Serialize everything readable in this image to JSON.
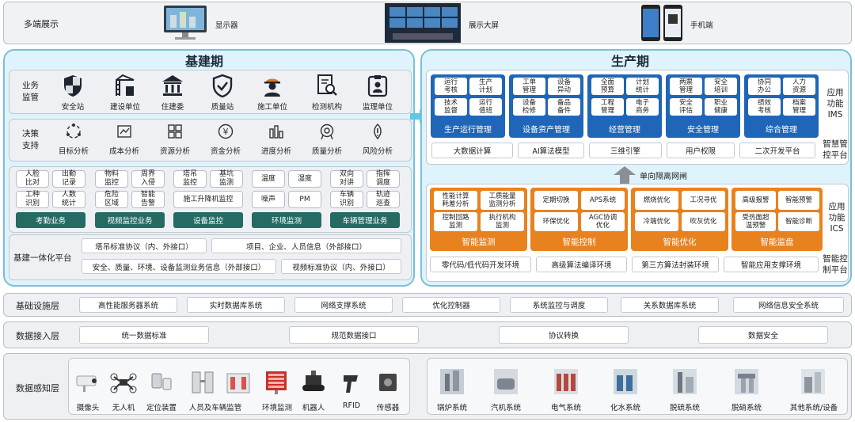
{
  "colors": {
    "teal": "#256a63",
    "ims_blue": "#1f66b8",
    "ics_orange": "#e8821f",
    "panel_bg": "#def3fb",
    "panel_border": "#7bbfd8"
  },
  "display": {
    "title": "多端展示",
    "items": [
      {
        "label": "显示器",
        "icon": "monitor-icon"
      },
      {
        "label": "展示大屏",
        "icon": "video-wall-icon"
      },
      {
        "label": "手机端",
        "icon": "phone-icon"
      }
    ]
  },
  "construction": {
    "title": "基建期",
    "business": {
      "label": "业务\n监管",
      "items": [
        {
          "label": "安全站",
          "icon": "shield-icon"
        },
        {
          "label": "建设单位",
          "icon": "crane-icon"
        },
        {
          "label": "住建委",
          "icon": "government-icon"
        },
        {
          "label": "质量站",
          "icon": "check-shield-icon"
        },
        {
          "label": "施工单位",
          "icon": "worker-icon"
        },
        {
          "label": "检测机构",
          "icon": "inspect-icon"
        },
        {
          "label": "监理单位",
          "icon": "supervisor-icon"
        }
      ]
    },
    "decision": {
      "label": "决策\n支持",
      "items": [
        {
          "label": "目标分析",
          "icon": "target-icon"
        },
        {
          "label": "成本分析",
          "icon": "cost-icon"
        },
        {
          "label": "资源分析",
          "icon": "resource-icon"
        },
        {
          "label": "资金分析",
          "icon": "money-icon"
        },
        {
          "label": "进度分析",
          "icon": "progress-icon"
        },
        {
          "label": "质量分析",
          "icon": "quality-icon"
        },
        {
          "label": "风险分析",
          "icon": "risk-icon"
        }
      ]
    },
    "groups": [
      {
        "title": "考勤业务",
        "items": [
          "人脸\n比对",
          "出勤\n记录",
          "工种\n识别",
          "人数\n统计"
        ]
      },
      {
        "title": "视频监控业务",
        "items": [
          "物料\n监控",
          "周界\n入侵",
          "危险\n区域",
          "智能\n告警"
        ]
      },
      {
        "title": "设备监控",
        "items": [
          "塔吊\n监控",
          "基坑\n监测",
          "施工升降机监控"
        ]
      },
      {
        "title": "环境监测",
        "items": [
          "温度",
          "湿度",
          "噪声",
          "PM"
        ]
      },
      {
        "title": "车辆管理业务",
        "items": [
          "双向\n对讲",
          "指挥\n调度",
          "车辆\n识别",
          "轨迹\n巡查"
        ]
      }
    ],
    "platform": {
      "label": "基建一体化平台",
      "items": [
        "塔吊标准协议（内、外接口）",
        "项目、企业、人员信息（外部接口）",
        "安全、质量、环境、设备监测业务信息（外部接口）",
        "视频标准协议（内、外接口）"
      ]
    }
  },
  "production": {
    "title": "生产期",
    "ims_label": "应用\n功能\nIMS",
    "ims_cards": [
      {
        "title": "生产运行管理",
        "items": [
          "运行\n考核",
          "生产\n计划",
          "技术\n监督",
          "运行\n值班"
        ]
      },
      {
        "title": "设备资产管理",
        "items": [
          "工单\n管理",
          "设备\n异动",
          "设备\n检修",
          "备品\n备件"
        ]
      },
      {
        "title": "经营管理",
        "items": [
          "全面\n预算",
          "计划\n统计",
          "工程\n管理",
          "电子\n商务"
        ]
      },
      {
        "title": "安全管理",
        "items": [
          "两票\n管理",
          "安全\n培训",
          "安全\n评估",
          "职业\n健康"
        ]
      },
      {
        "title": "综合管理",
        "items": [
          "协同\n办公",
          "人力\n资源",
          "绩效\n考核",
          "档案\n管理"
        ]
      }
    ],
    "smart_mgmt": {
      "label": "智慧管\n控平台",
      "items": [
        "大数据计算",
        "AI算法模型",
        "三维引擎",
        "用户权限",
        "二次开发平台"
      ]
    },
    "gateway": "单向隔离网闸",
    "ics_label": "应用\n功能\nICS",
    "ics_cards": [
      {
        "title": "智能监测",
        "items": [
          "性能计算\n耗差分析",
          "工质能量\n监测分析",
          "控制回路\n监测",
          "执行机构\n监测"
        ]
      },
      {
        "title": "智能控制",
        "items": [
          "定期切换",
          "APS系统",
          "环保优化",
          "AGC协调\n优化"
        ]
      },
      {
        "title": "智能优化",
        "items": [
          "燃烧优化",
          "工况寻优",
          "冷端优化",
          "吹灰优化"
        ]
      },
      {
        "title": "智能监盘",
        "items": [
          "高级报警",
          "智能预警",
          "受热面超\n温预警",
          "智能诊断"
        ]
      }
    ],
    "smart_ctrl": {
      "label": "智能控\n制平台",
      "items": [
        "零代码/低代码开发环境",
        "高级算法编译环境",
        "第三方算法封装环境",
        "智能应用支撑环境"
      ]
    }
  },
  "infra": {
    "title": "基础设施层",
    "items": [
      "高性能服务器系统",
      "实时数据库系统",
      "网络支撑系统",
      "优化控制器",
      "系统监控与调度",
      "关系数据库系统",
      "网络信息安全系统"
    ]
  },
  "access": {
    "title": "数据接入层",
    "items": [
      "统一数据标准",
      "规范数据接口",
      "协议转换",
      "数据安全"
    ]
  },
  "sensing": {
    "title": "数据感知层",
    "left": [
      "摄像头",
      "无人机",
      "定位装置",
      "人员及车辆监管",
      "环境监测",
      "机器人",
      "RFID",
      "传感器"
    ],
    "right": [
      "锅炉系统",
      "汽机系统",
      "电气系统",
      "化水系统",
      "脱硫系统",
      "脱硝系统",
      "其他系统/设备"
    ]
  }
}
